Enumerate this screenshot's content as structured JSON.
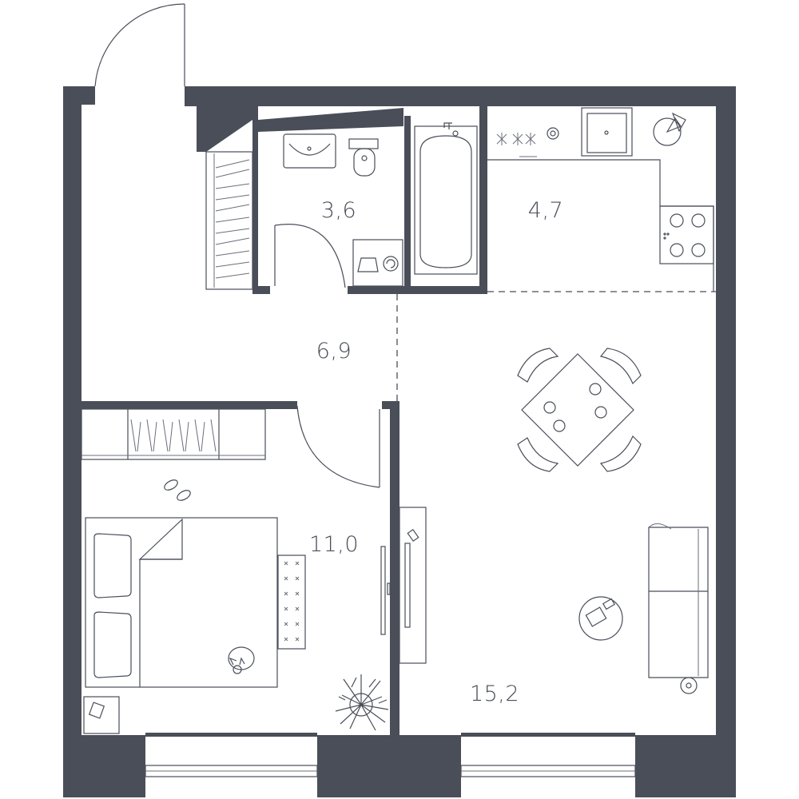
{
  "plan": {
    "wall_color": "#4a4e59",
    "line_color": "#4a4e59",
    "background": "#ffffff",
    "rooms": [
      {
        "id": "bathroom",
        "label": "3,6"
      },
      {
        "id": "kitchen",
        "label": "4,7"
      },
      {
        "id": "hallway",
        "label": "6,9"
      },
      {
        "id": "bedroom",
        "label": "11,0"
      },
      {
        "id": "living",
        "label": "15,2"
      }
    ]
  }
}
